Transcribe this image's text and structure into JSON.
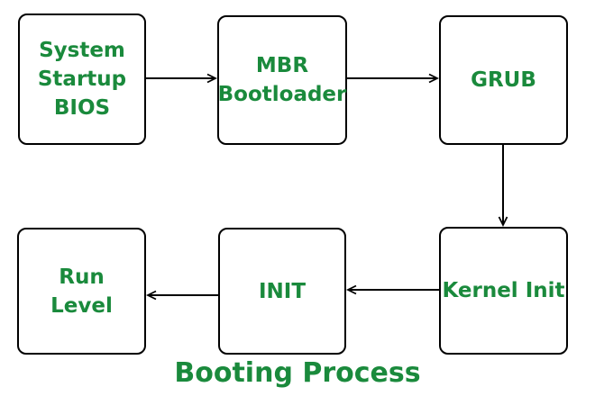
{
  "diagram": {
    "title": "Booting Process",
    "colors": {
      "text_green": "#1a8a3c",
      "border_black": "#000000",
      "background": "#ffffff"
    },
    "nodes": [
      {
        "id": "system-startup-bios",
        "label": "System Startup BIOS",
        "lines": [
          "System",
          "Startup",
          "BIOS"
        ]
      },
      {
        "id": "mbr-bootloader",
        "label": "MBR Bootloader",
        "lines": [
          "MBR",
          "Bootloader"
        ]
      },
      {
        "id": "grub",
        "label": "GRUB",
        "lines": [
          "GRUB"
        ]
      },
      {
        "id": "kernel-init",
        "label": "Kernel Init",
        "lines": [
          "Kernel Init"
        ]
      },
      {
        "id": "init",
        "label": "INIT",
        "lines": [
          "INIT"
        ]
      },
      {
        "id": "run-level",
        "label": "Run Level",
        "lines": [
          "Run",
          "Level"
        ]
      }
    ],
    "edges": [
      {
        "from": "system-startup-bios",
        "to": "mbr-bootloader",
        "direction": "right"
      },
      {
        "from": "mbr-bootloader",
        "to": "grub",
        "direction": "right"
      },
      {
        "from": "grub",
        "to": "kernel-init",
        "direction": "down"
      },
      {
        "from": "kernel-init",
        "to": "init",
        "direction": "left"
      },
      {
        "from": "init",
        "to": "run-level",
        "direction": "left"
      }
    ]
  }
}
